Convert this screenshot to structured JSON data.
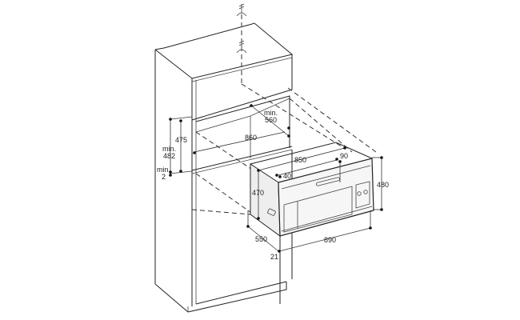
{
  "labels": {
    "d475": "475",
    "min482a": "min.",
    "min482b": "482",
    "min2a": "min.",
    "min2b": "2",
    "d860": "860",
    "min560a": "min.",
    "min560b": "560",
    "d850": "850",
    "d90": "90",
    "d40": "40",
    "d470": "470",
    "d480": "480",
    "d550": "550",
    "d890": "890",
    "d21": "21"
  }
}
